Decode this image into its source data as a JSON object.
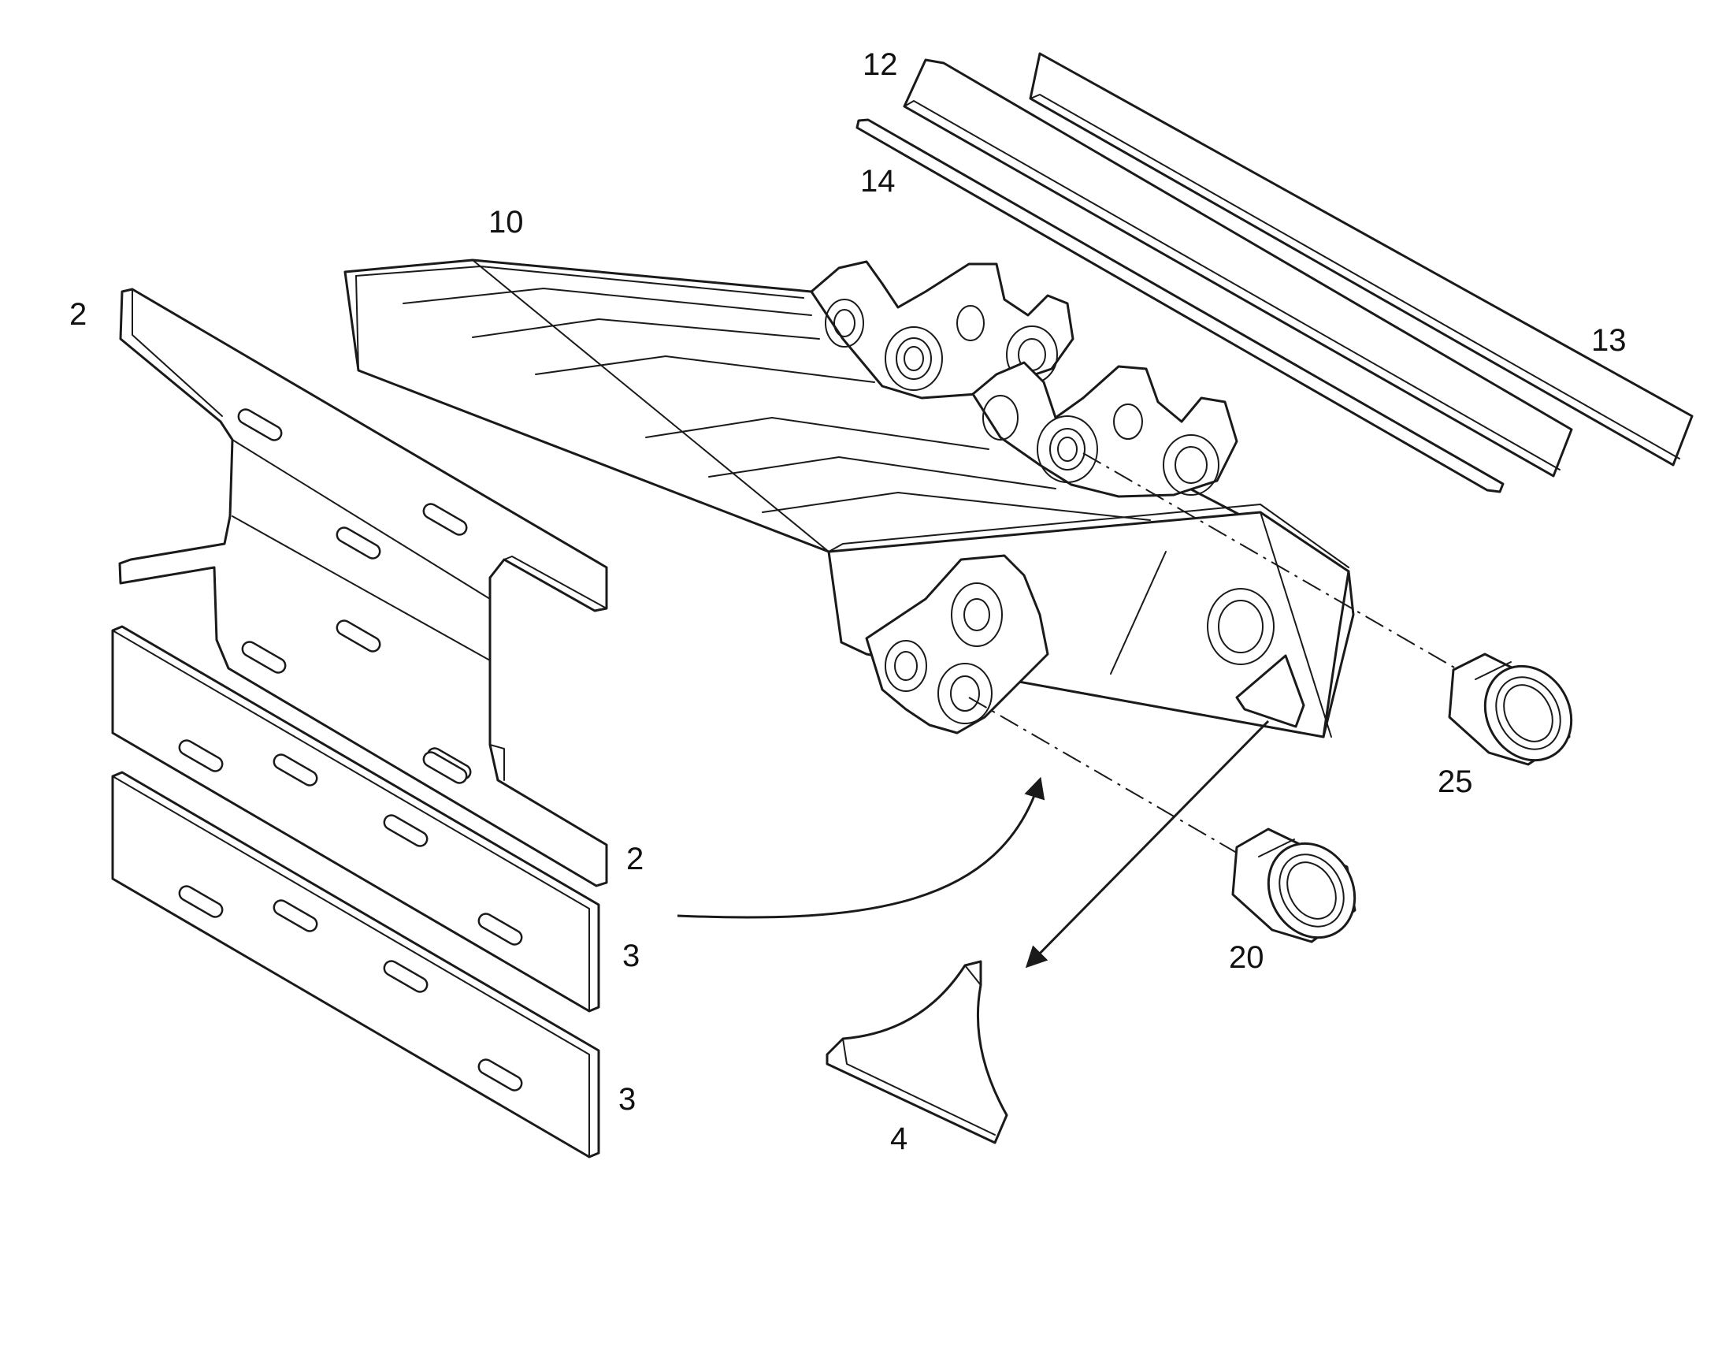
{
  "figure": {
    "type": "exploded-assembly-drawing",
    "line_color": "#1a1a1a",
    "background": "#ffffff"
  },
  "labels": {
    "frame": "10",
    "upper_plate": "12",
    "top_bar": "13",
    "thin_strip": "14",
    "side_plate_a": "2",
    "side_plate_b": "2",
    "lower_plate_a": "3",
    "lower_plate_b": "3",
    "wedge": "4",
    "bushing_upper": "25",
    "bushing_lower": "20"
  }
}
